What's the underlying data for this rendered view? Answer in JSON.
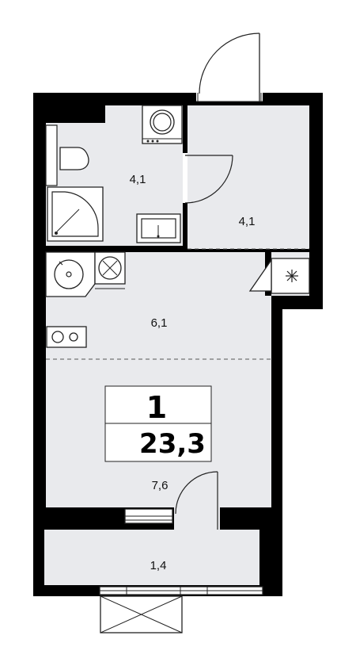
{
  "plan": {
    "rooms_count": "1",
    "total_area": "23,3",
    "rooms": [
      {
        "id": "bathroom",
        "area": "4,1"
      },
      {
        "id": "hall",
        "area": "4,1"
      },
      {
        "id": "kitchen",
        "area": "6,1"
      },
      {
        "id": "living",
        "area": "7,6"
      },
      {
        "id": "balcony",
        "area": "1,4"
      }
    ],
    "colors": {
      "wall": "#000000",
      "floor": "#e9eaed",
      "line": "#222222"
    },
    "icons": [
      "washing-machine-icon",
      "toilet-icon",
      "shower-icon",
      "sink-icon",
      "stove-icon",
      "hob-icon",
      "ventilation-icon",
      "door-icon"
    ]
  }
}
